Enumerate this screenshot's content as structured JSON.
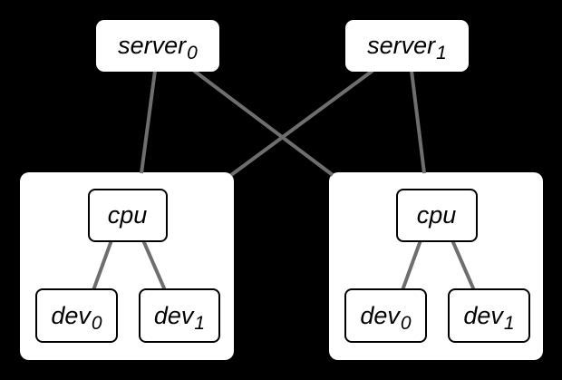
{
  "diagram": {
    "background_color": "#000000",
    "node_fill_color": "#ffffff",
    "node_border_color": "#000000",
    "edge_color": "#6e6e6e",
    "nodes": {
      "server0": {
        "label": "server",
        "subscript": "0"
      },
      "server1": {
        "label": "server",
        "subscript": "1"
      },
      "host0": {
        "cpu": {
          "label": "cpu",
          "subscript": ""
        },
        "dev0": {
          "label": "dev",
          "subscript": "0"
        },
        "dev1": {
          "label": "dev",
          "subscript": "1"
        }
      },
      "host1": {
        "cpu": {
          "label": "cpu",
          "subscript": ""
        },
        "dev0": {
          "label": "dev",
          "subscript": "0"
        },
        "dev1": {
          "label": "dev",
          "subscript": "1"
        }
      }
    },
    "edges": [
      {
        "from": "server0",
        "to": "host0"
      },
      {
        "from": "server0",
        "to": "host1"
      },
      {
        "from": "server1",
        "to": "host0"
      },
      {
        "from": "server1",
        "to": "host1"
      },
      {
        "from": "host0.cpu",
        "to": "host0.dev0"
      },
      {
        "from": "host0.cpu",
        "to": "host0.dev1"
      },
      {
        "from": "host1.cpu",
        "to": "host1.dev0"
      },
      {
        "from": "host1.cpu",
        "to": "host1.dev1"
      }
    ]
  }
}
